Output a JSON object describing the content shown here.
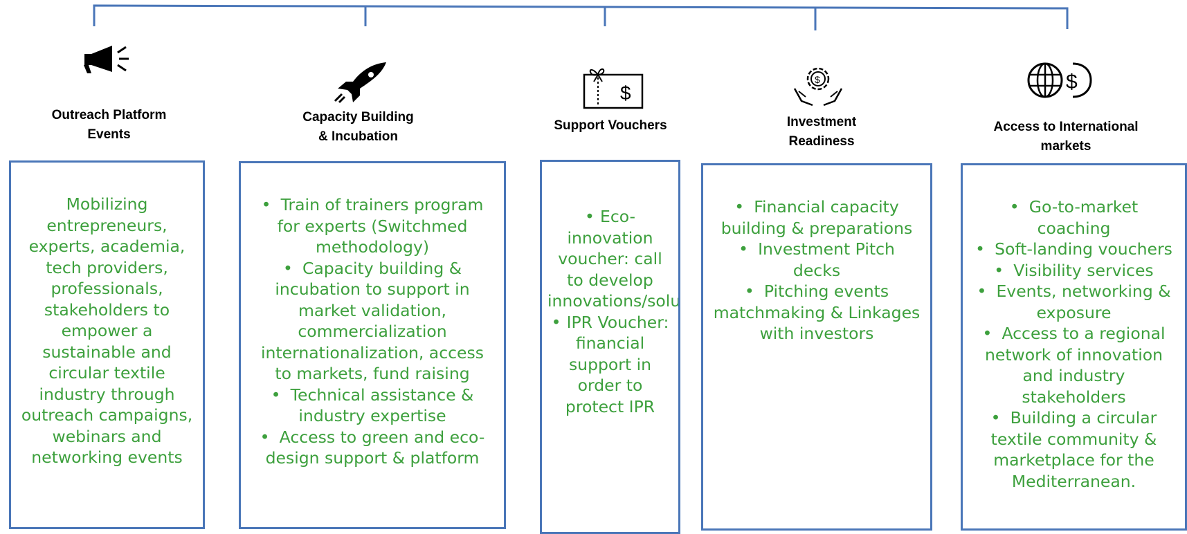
{
  "colors": {
    "line": "#4a76b8",
    "text": "#3da03d",
    "title": "#000000"
  },
  "columns": [
    {
      "icon": "megaphone-icon",
      "title": [
        "Outreach Platform",
        "Events"
      ],
      "description": "Mobilizing entrepreneurs, experts, academia, tech providers, professionals, stakeholders to empower a sustainable and circular textile industry through outreach campaigns, webinars and networking events"
    },
    {
      "icon": "rocket-icon",
      "title": [
        "Capacity Building",
        "& Incubation"
      ],
      "items": [
        "Train of trainers program for experts (Switchmed methodology)",
        "Capacity building & incubation to support in market validation, commercialization internationalization, access to markets, fund raising",
        "Technical assistance & industry expertise",
        "Access to green and eco-design support & platform"
      ]
    },
    {
      "icon": "voucher-icon",
      "title": [
        "Support Vouchers"
      ],
      "items": [
        "Eco-innovation voucher: call to develop innovations/solutions",
        "IPR Voucher: financial support in order to protect IPR"
      ]
    },
    {
      "icon": "investment-icon",
      "title": [
        "Investment",
        "Readiness"
      ],
      "items": [
        "Financial capacity building & preparations",
        "Investment Pitch decks",
        "Pitching events matchmaking & Linkages with investors"
      ]
    },
    {
      "icon": "globe-dollar-icon",
      "title": [
        "Access to International",
        "markets"
      ],
      "items": [
        "Go-to-market coaching",
        "Soft-landing vouchers",
        "Visibility services",
        "Events, networking & exposure",
        "Access to a regional network of innovation and industry stakeholders",
        "Building a circular textile community & marketplace for the Mediterranean."
      ]
    }
  ]
}
